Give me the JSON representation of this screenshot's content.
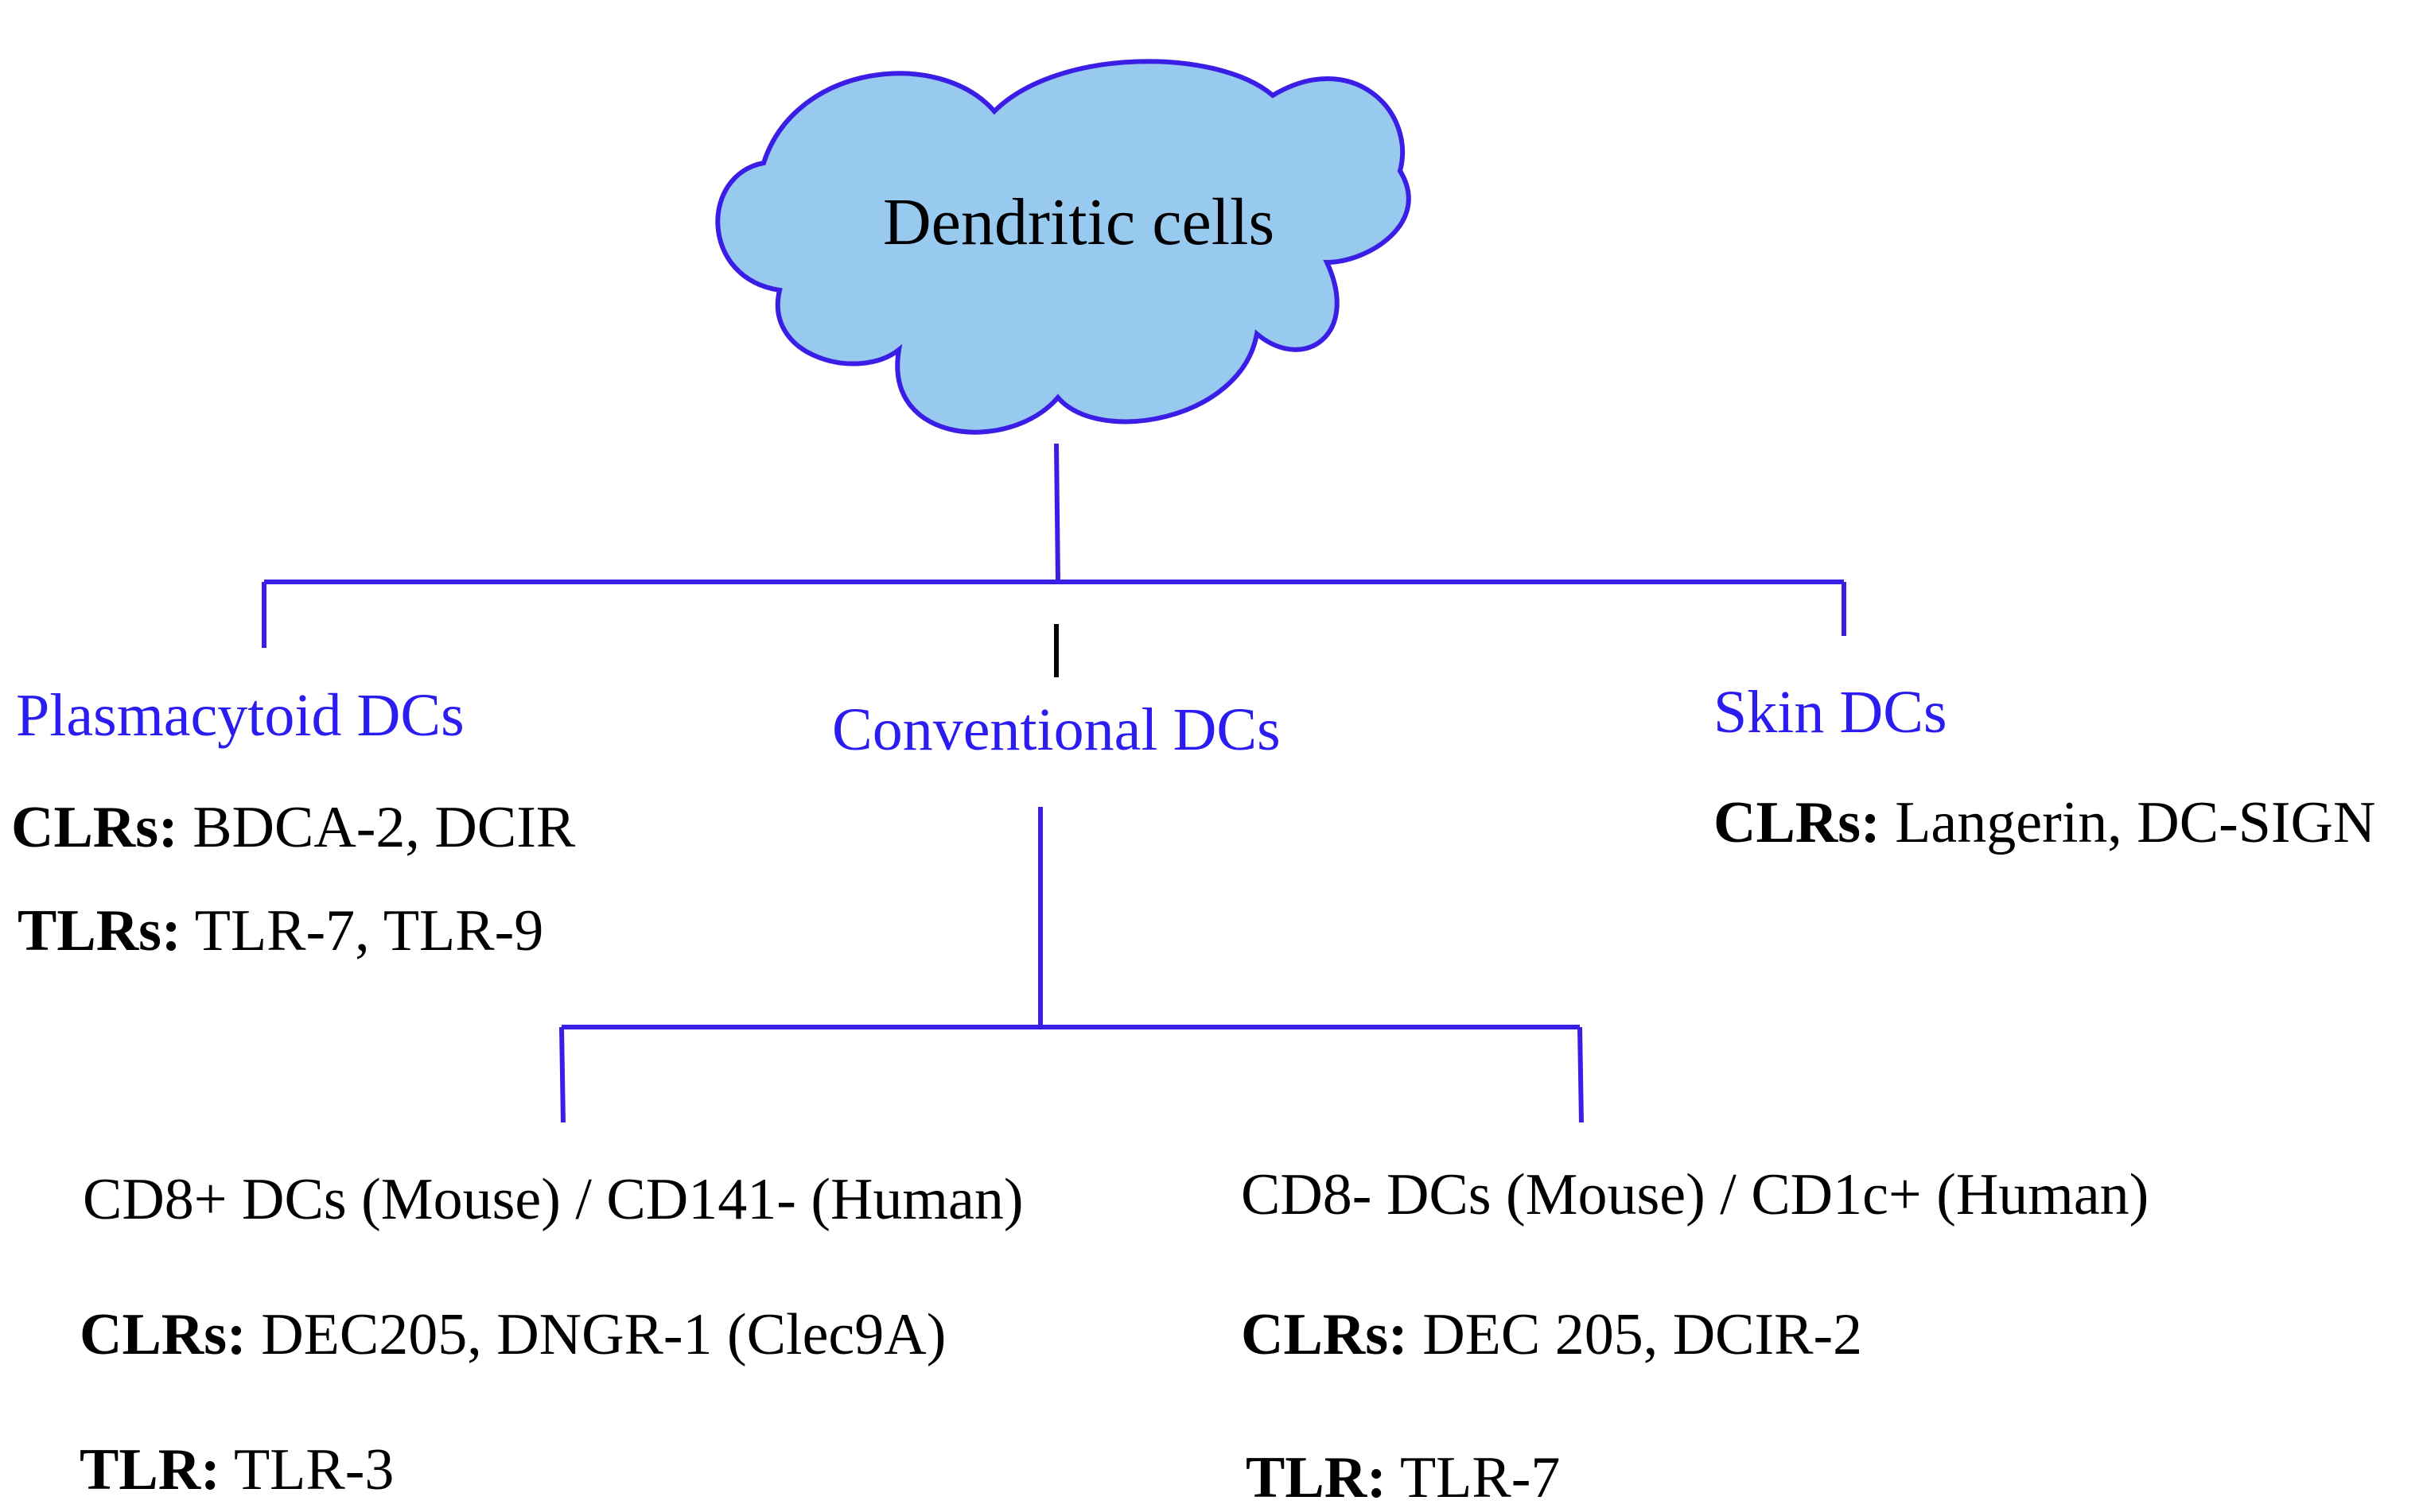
{
  "colors": {
    "connector": "#3a1ee6",
    "cloud_fill": "#98c9ee",
    "cloud_stroke": "#3a1ee6",
    "category_text": "#2b1cf0",
    "body_text": "#000000"
  },
  "root": {
    "label": "Dendritic cells"
  },
  "plasmacytoid": {
    "title": "Plasmacytoid DCs",
    "clr_label": "CLRs:",
    "clr_value": " BDCA-2, DCIR",
    "tlr_label": "TLRs:",
    "tlr_value": " TLR-7, TLR-9"
  },
  "conventional": {
    "title": "Conventional DCs",
    "cd8pos": {
      "title": "CD8+ DCs (Mouse) / CD141- (Human)",
      "clr_label": "CLRs:",
      "clr_value": " DEC205, DNGR-1 (Clec9A)",
      "tlr_label": "TLR:",
      "tlr_value": " TLR-3"
    },
    "cd8neg": {
      "title": "CD8- DCs (Mouse) / CD1c+ (Human)",
      "clr_label": "CLRs:",
      "clr_value": " DEC 205, DCIR-2",
      "tlr_label": "TLR:",
      "tlr_value": " TLR-7"
    }
  },
  "skin": {
    "title": "Skin DCs",
    "clr_label": "CLRs:",
    "clr_value": " Langerin, DC-SIGN"
  }
}
